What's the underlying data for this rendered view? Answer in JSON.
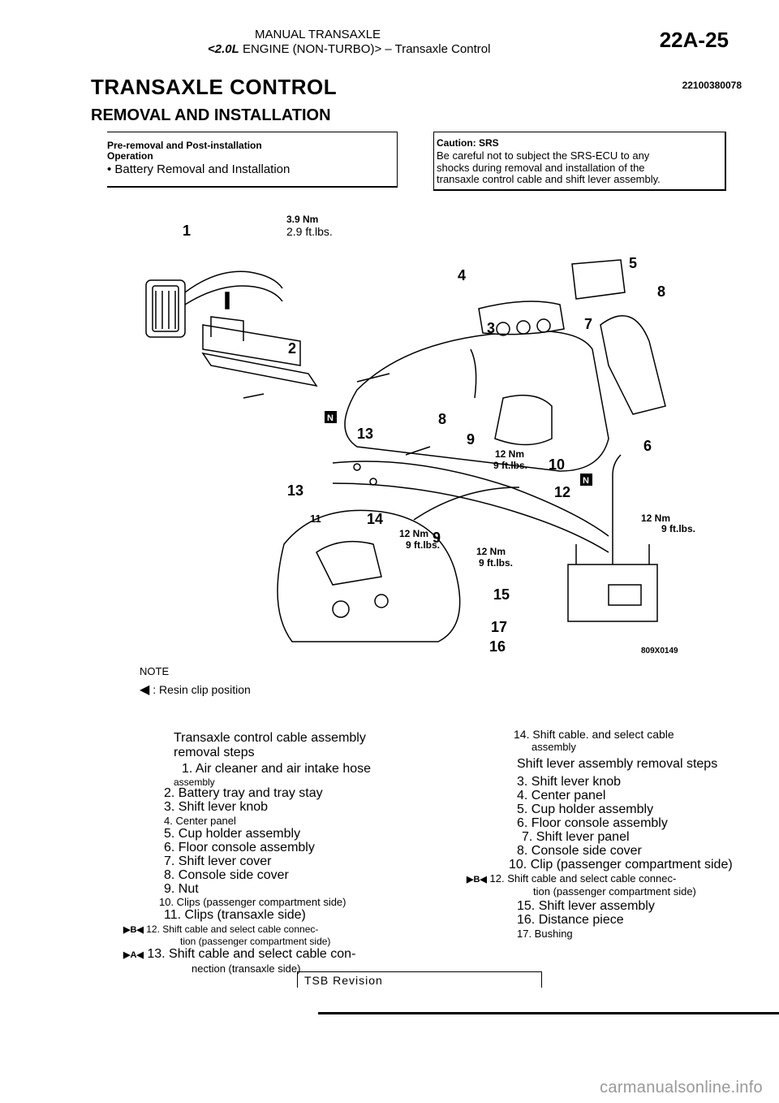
{
  "header": {
    "line1": "MANUAL TRANSAXLE",
    "line2_prefix": "<2.0L",
    "line2": "ENGINE (NON-TURBO)> – Transaxle Control",
    "page_number": "22A-25"
  },
  "doc_id": "22100380078",
  "title": "TRANSAXLE CONTROL",
  "subtitle": "REMOVAL AND INSTALLATION",
  "pre_removal": {
    "line1": "Pre-removal and Post-installation",
    "line2": "Operation",
    "line3": "• Battery Removal and Installation"
  },
  "caution": {
    "line1": "Caution: SRS",
    "line2": "Be careful not to subject the SRS-ECU to any",
    "line3": "shocks during removal and installation of the",
    "line4": "transaxle control cable and shift lever assembly."
  },
  "diagram": {
    "callouts": [
      "1",
      "2",
      "3",
      "4",
      "5",
      "6",
      "7",
      "8",
      "8",
      "9",
      "9",
      "10",
      "11",
      "12",
      "13",
      "13",
      "14",
      "15",
      "16",
      "17"
    ],
    "torques": [
      {
        "nm": "3.9 Nm",
        "ftlbs": "2.9 ft.lbs."
      },
      {
        "nm": "12 Nm",
        "ftlbs": "9 ft.lbs."
      },
      {
        "nm": "12 Nm",
        "ftlbs": "9 ft.lbs."
      },
      {
        "nm": "12 Nm",
        "ftlbs": "9 ft.lbs."
      },
      {
        "nm": "12 Nm",
        "ftlbs": "9 ft.lbs."
      }
    ],
    "n_marks": [
      "N",
      "N"
    ],
    "code": "809X0149"
  },
  "note": {
    "label": "NOTE",
    "line": ": Resin clip position"
  },
  "left_list": {
    "heading1": "Transaxle control cable assembly",
    "heading2": "removal steps",
    "items": [
      "1. Air cleaner and air intake hose",
      "assembly",
      "2. Battery tray and tray stay",
      "3. Shift lever knob",
      "4. Center panel",
      "5. Cup holder assembly",
      "6. Floor console assembly",
      "7. Shift lever cover",
      "8. Console side cover",
      "9. Nut",
      "10. Clips (passenger compartment side)",
      "11. Clips (transaxle side)",
      "12. Shift cable and select cable connec-",
      "tion (passenger compartment side)",
      "13. Shift cable and select cable con-",
      "nection (transaxle side)"
    ],
    "marker_b": "B",
    "marker_a": "A"
  },
  "right_list": {
    "item14a": "14. Shift cable. and select cable",
    "item14b": "assembly",
    "heading": "Shift lever assembly removal steps",
    "items": [
      "3. Shift lever knob",
      "4. Center panel",
      "5. Cup holder assembly",
      "6. Floor console assembly",
      "7. Shift lever panel",
      "8. Console side cover",
      "10. Clip (passenger compartment side)",
      "12. Shift cable and select cable connec-",
      "tion (passenger compartment side)",
      "15. Shift lever assembly",
      "16. Distance piece",
      "17. Bushing"
    ],
    "marker_b": "B"
  },
  "footer": {
    "tsb": "TSB Revision",
    "watermark": "carmanualsonline.info"
  }
}
